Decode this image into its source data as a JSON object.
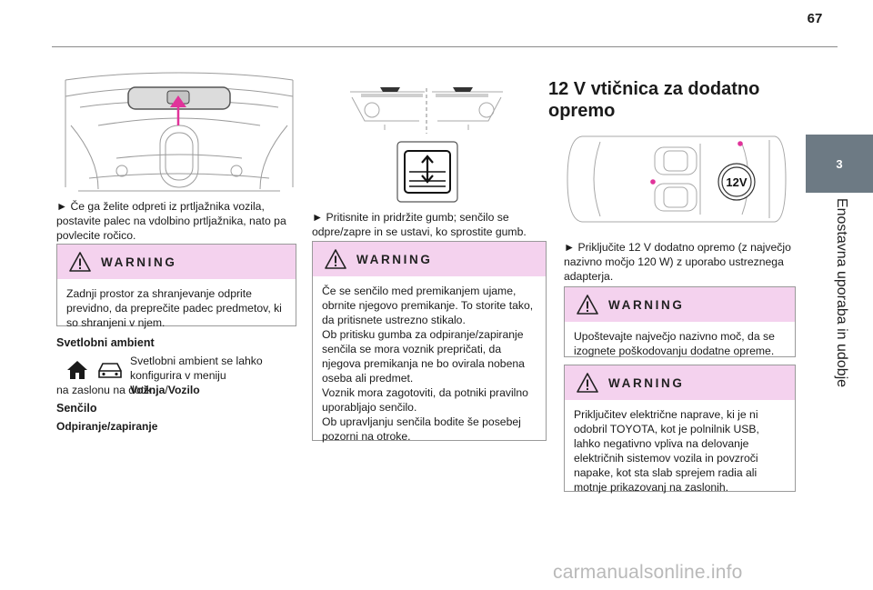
{
  "page_number": "67",
  "side_tab": {
    "number": "3",
    "title": "Enostavna uporaba in udobje"
  },
  "col1": {
    "instruction": "► Če ga želite odpreti iz prtljažnika vozila, postavite palec na vdolbino prtljažnika, nato pa povlecite ročico.",
    "warning": {
      "title": "WARNING",
      "text": "Zadnji prostor za shranjevanje odprite previdno, da preprečite padec predmetov, ki so shranjeni v njem."
    },
    "ambient_heading": "Svetlobni ambient",
    "ambient_text_a": "Svetlobni ambient se lahko konfigurira v meniju ",
    "ambient_bold_1": "Vožnja",
    "ambient_slash": "/",
    "ambient_bold_2": "Vozilo",
    "ambient_text_b": "na zaslonu na dotik.",
    "sencilo_heading": "Senčilo",
    "open_close_heading": "Odpiranje/zapiranje"
  },
  "col2": {
    "instruction": "► Pritisnite in pridržite gumb; senčilo se odpre/zapre in se ustavi, ko sprostite gumb.",
    "warning": {
      "title": "WARNING",
      "lines": [
        "Če se senčilo med premikanjem ujame, obrnite njegovo premikanje. To storite tako, da pritisnete ustrezno stikalo.",
        "Ob pritisku gumba za odpiranje/zapiranje senčila se mora voznik prepričati, da njegova premikanja ne bo ovirala nobena oseba ali predmet.",
        "Voznik mora zagotoviti, da potniki pravilno uporabljajo senčilo.",
        "Ob upravljanju senčila bodite še posebej pozorni na otroke."
      ]
    }
  },
  "col3": {
    "heading": "12 V vtičnica za dodatno opremo",
    "socket_label": "12V",
    "instruction": "► Priključite 12 V dodatno opremo (z največjo nazivno močjo 120 W) z uporabo ustreznega adapterja.",
    "warning1": {
      "title": "WARNING",
      "text": "Upoštevajte največjo nazivno moč, da se izognete poškodovanju dodatne opreme."
    },
    "warning2": {
      "title": "WARNING",
      "text": "Priključitev električne naprave, ki je ni odobril TOYOTA, kot je polnilnik USB, lahko negativno vpliva na delovanje električnih sistemov vozila in povzroči napake, kot sta slab sprejem radia ali motnje prikazovanj na zaslonih."
    }
  },
  "watermark": "carmanualsonline.info",
  "colors": {
    "warning_header": "#f4d2ee",
    "side_tab": "#6d7a84",
    "accent_pink": "#e0339a"
  },
  "icons": [
    "trunk-mirror-illustration",
    "home-icon",
    "car-icon",
    "sunshade-illustration",
    "sunshade-switch-icon",
    "car-topview-illustration",
    "socket-12v-icon",
    "warning-triangle-icon"
  ]
}
